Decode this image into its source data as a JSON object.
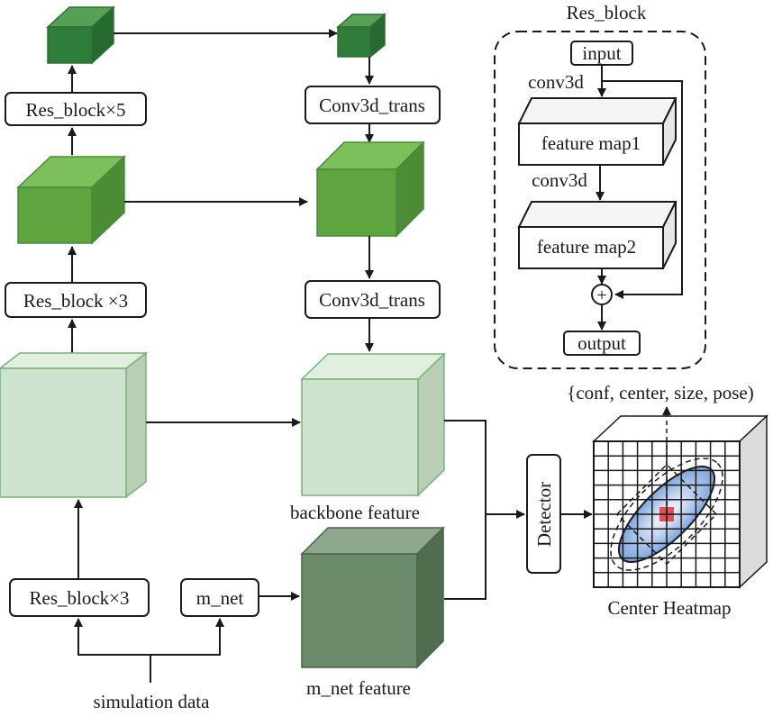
{
  "res_block_panel": {
    "title": "Res_block",
    "input": "input",
    "conv1": "conv3d",
    "fmap1": "feature map1",
    "conv2": "conv3d",
    "fmap2": "feature map2",
    "sum": "+",
    "output": "output"
  },
  "main": {
    "res_block_x5": "Res_block×5",
    "conv3d_trans_top": "Conv3d_trans",
    "res_block_x3_mid": "Res_block ×3",
    "conv3d_trans_mid": "Conv3d_trans",
    "res_block_x3_bottom": "Res_block×3",
    "m_net": "m_net",
    "backbone_feature": "backbone feature",
    "m_net_feature": "m_net feature",
    "simulation_data": "simulation data",
    "detector": "Detector",
    "center_heatmap": "Center Heatmap",
    "output_set": "{conf, center, size, pose)"
  },
  "colors": {
    "dark_green": "#2e7d3b",
    "mid_green": "#5fa53f",
    "light_green": "#cde3cd",
    "mnet_green": "#6a8a6a",
    "heatmap_ellipse": "#8fb0e0",
    "heatmap_center": "#e05050"
  }
}
